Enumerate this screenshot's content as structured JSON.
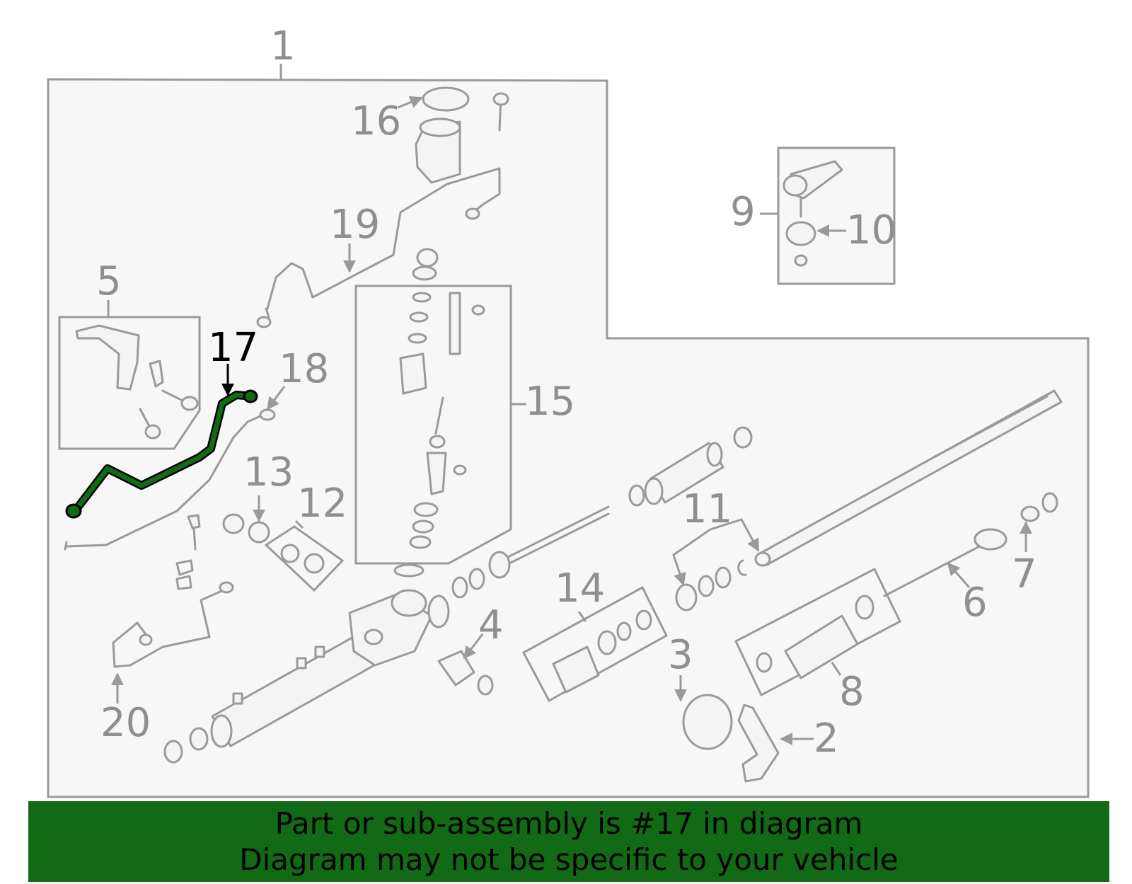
{
  "callouts": {
    "c1": "1",
    "c2": "2",
    "c3": "3",
    "c4": "4",
    "c5": "5",
    "c6": "6",
    "c7": "7",
    "c8": "8",
    "c9": "9",
    "c10": "10",
    "c11": "11",
    "c12": "12",
    "c13": "13",
    "c14": "14",
    "c15": "15",
    "c16": "16",
    "c17": "17",
    "c18": "18",
    "c19": "19",
    "c20": "20"
  },
  "highlight": {
    "part": "17",
    "color": "#136a14"
  },
  "banner": {
    "line1": "Part or sub-assembly is #17 in diagram",
    "line2": "Diagram may not be specific to your vehicle",
    "background": "#136a14"
  }
}
